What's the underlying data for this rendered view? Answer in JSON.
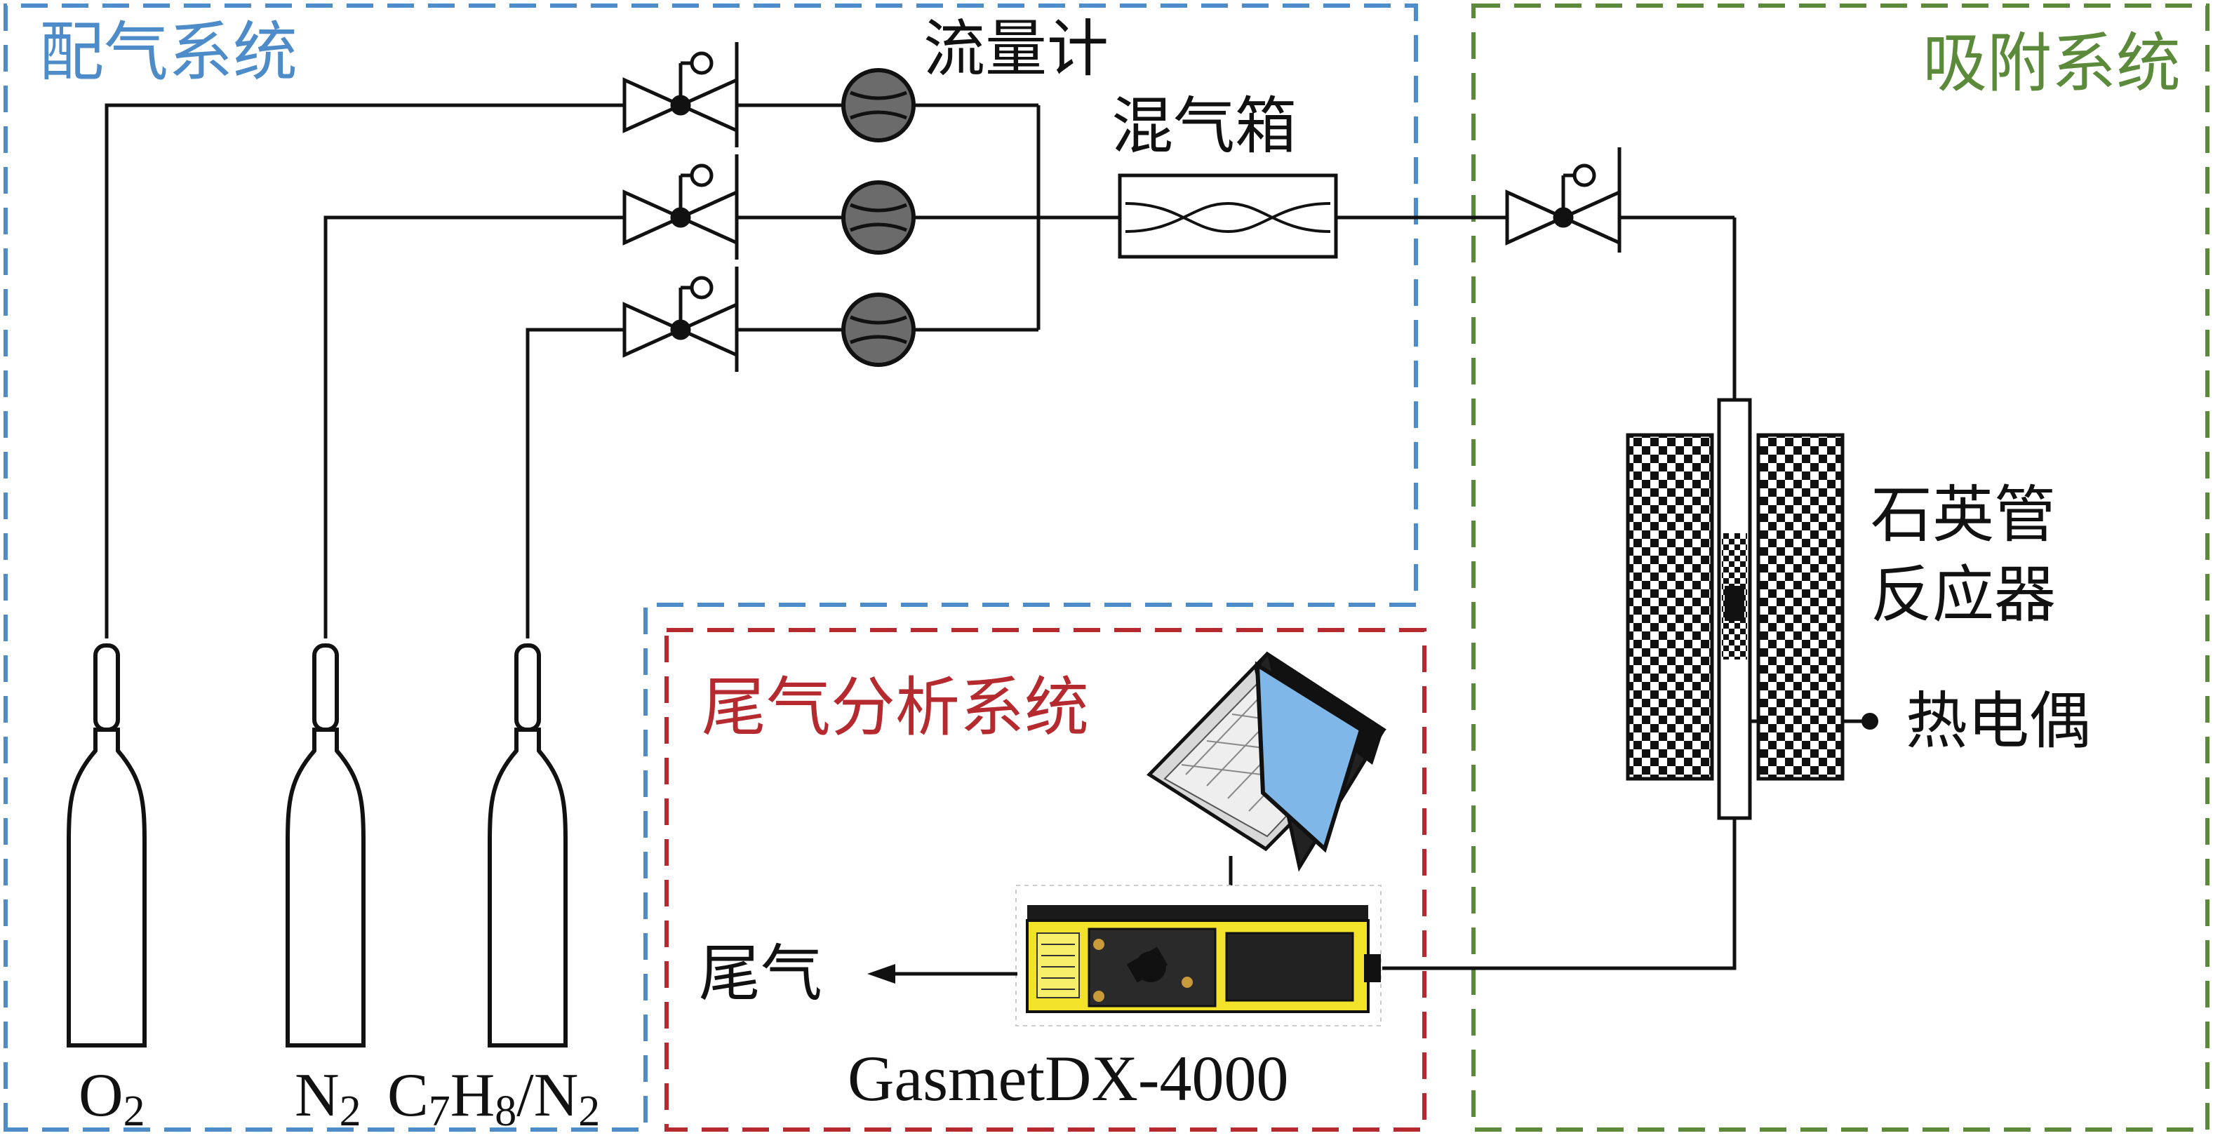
{
  "colors": {
    "gas_supply": "#4d8cc8",
    "adsorption": "#5a8a3a",
    "exhaust_analysis": "#b52a2e",
    "line": "#111111",
    "flowmeter_fill": "#6b6b6b",
    "analyzer_body": "#f2e22a",
    "laptop_screen": "#7fb8e8"
  },
  "labels": {
    "gas_supply_system": "配气系统",
    "adsorption_system": "吸附系统",
    "exhaust_analysis_system": "尾气分析系统",
    "flowmeter": "流量计",
    "mixing_box": "混气箱",
    "reactor_line1": "石英管",
    "reactor_line2": "反应器",
    "thermocouple": "热电偶",
    "exhaust": "尾气",
    "analyzer": "GasmetDX-4000"
  },
  "cylinders": [
    {
      "formula": [
        {
          "t": "O"
        },
        {
          "t": "2",
          "sub": true
        }
      ]
    },
    {
      "formula": [
        {
          "t": "N"
        },
        {
          "t": "2",
          "sub": true
        }
      ]
    },
    {
      "formula": [
        {
          "t": "C"
        },
        {
          "t": "7",
          "sub": true
        },
        {
          "t": "H"
        },
        {
          "t": "8",
          "sub": true
        },
        {
          "t": "/N"
        },
        {
          "t": "2",
          "sub": true
        }
      ]
    }
  ],
  "icons": [
    "needle-valve-icon",
    "flowmeter-icon",
    "mixing-box-icon",
    "gas-cylinder-icon",
    "quartz-tube-icon",
    "furnace-icon",
    "laptop-icon",
    "gas-analyzer-icon",
    "arrow-left-icon"
  ]
}
